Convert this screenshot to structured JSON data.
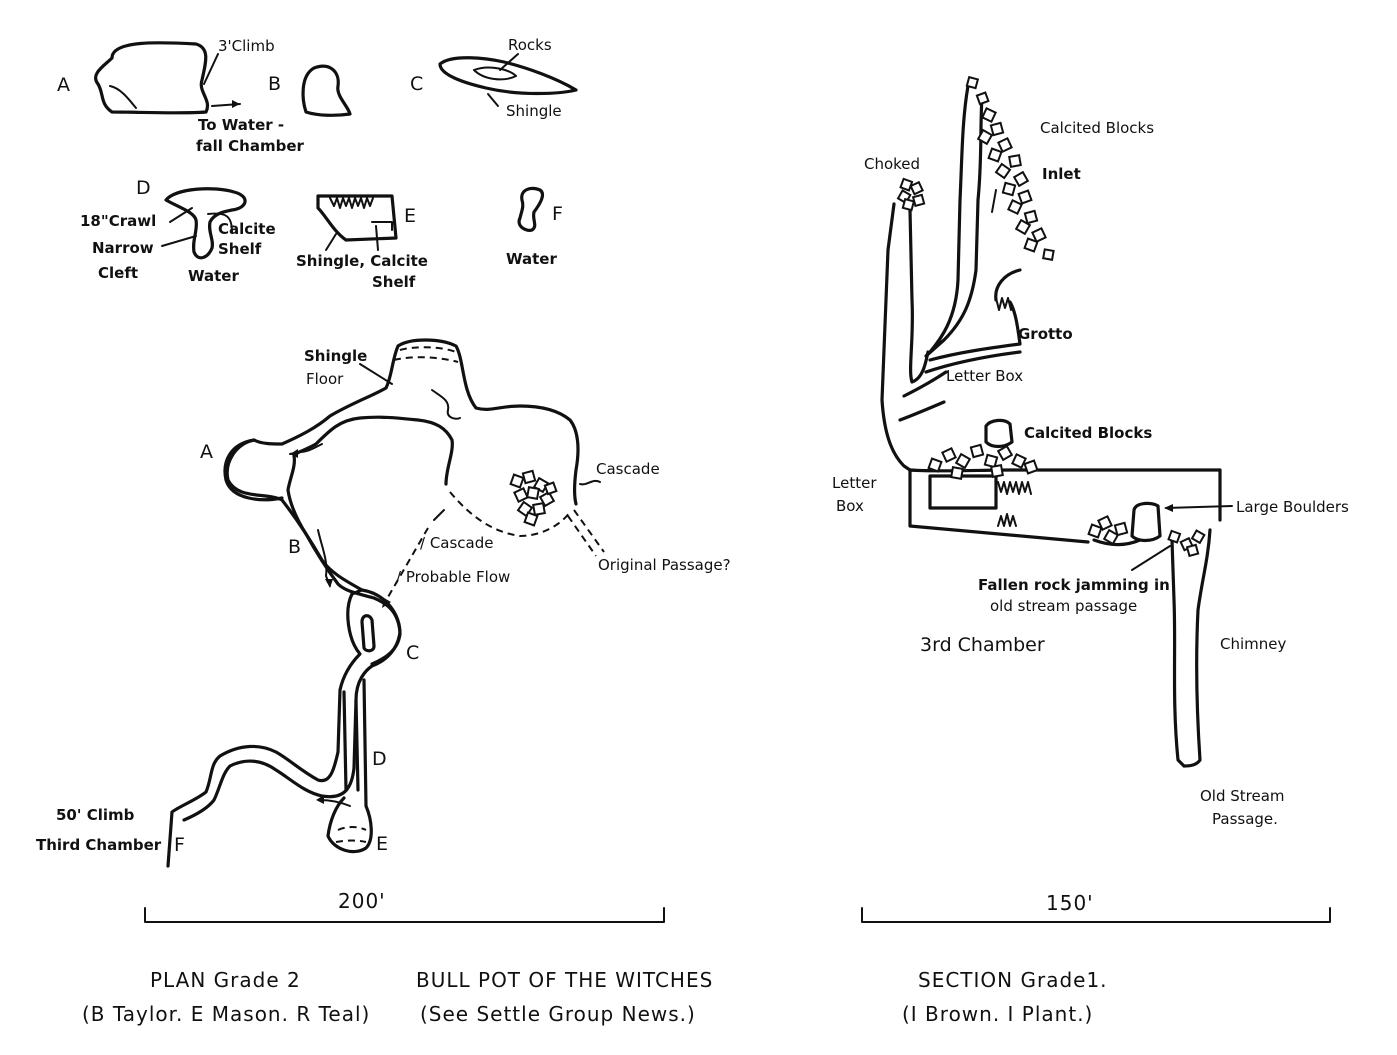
{
  "title": "BULL POT OF THE WITCHES",
  "source_note": "(See Settle Group News.)",
  "plan": {
    "caption": "PLAN Grade 2",
    "authors": "(B Taylor. E Mason. R Teal)",
    "scale_label": "200'",
    "stations": [
      "A",
      "B",
      "C",
      "D",
      "E",
      "F"
    ],
    "labels": {
      "shingle": "Shingle",
      "floor": "Floor",
      "cascade_right": "Cascade",
      "cascade_mid": "/ Cascade",
      "probable_flow": "/ Probable Flow",
      "original_passage": "Original Passage?",
      "climb_50": "50' Climb",
      "third_chamber": "Third Chamber"
    }
  },
  "cross_sections": {
    "a_label": "A",
    "a_climb": "3'Climb",
    "a_to_water": "To Water -",
    "a_fall_chamber": "fall Chamber",
    "b_label": "B",
    "c_label": "C",
    "c_rocks": "Rocks",
    "c_shingle": "Shingle",
    "d_label": "D",
    "d_crawl": "18\"Crawl",
    "d_narrow": "Narrow",
    "d_cleft": "Cleft",
    "d_calcite": "Calcite",
    "d_shelf": "Shelf",
    "d_water": "Water",
    "e_label": "E",
    "e_shingle": "Shingle, Calcite",
    "e_shelf": "Shelf",
    "f_label": "F",
    "f_water": "Water"
  },
  "section": {
    "caption": "SECTION Grade1.",
    "authors": "(I Brown. I Plant.)",
    "scale_label": "150'",
    "chamber": "3rd Chamber",
    "labels": {
      "calcited_blocks_top": "Calcited Blocks",
      "inlet": "Inlet",
      "choked": "Choked",
      "grotto": "Grotto",
      "letter_box_upper": "Letter Box",
      "calcited_blocks_mid": "Calcited Blocks",
      "letter_box_l1": "Letter",
      "letter_box_l2": "Box",
      "large_boulders": "Large Boulders",
      "fallen_rock_1": "Fallen rock jamming in",
      "fallen_rock_2": "old stream passage",
      "chimney": "Chimney",
      "old_stream_1": "Old Stream",
      "old_stream_2": "Passage."
    }
  }
}
